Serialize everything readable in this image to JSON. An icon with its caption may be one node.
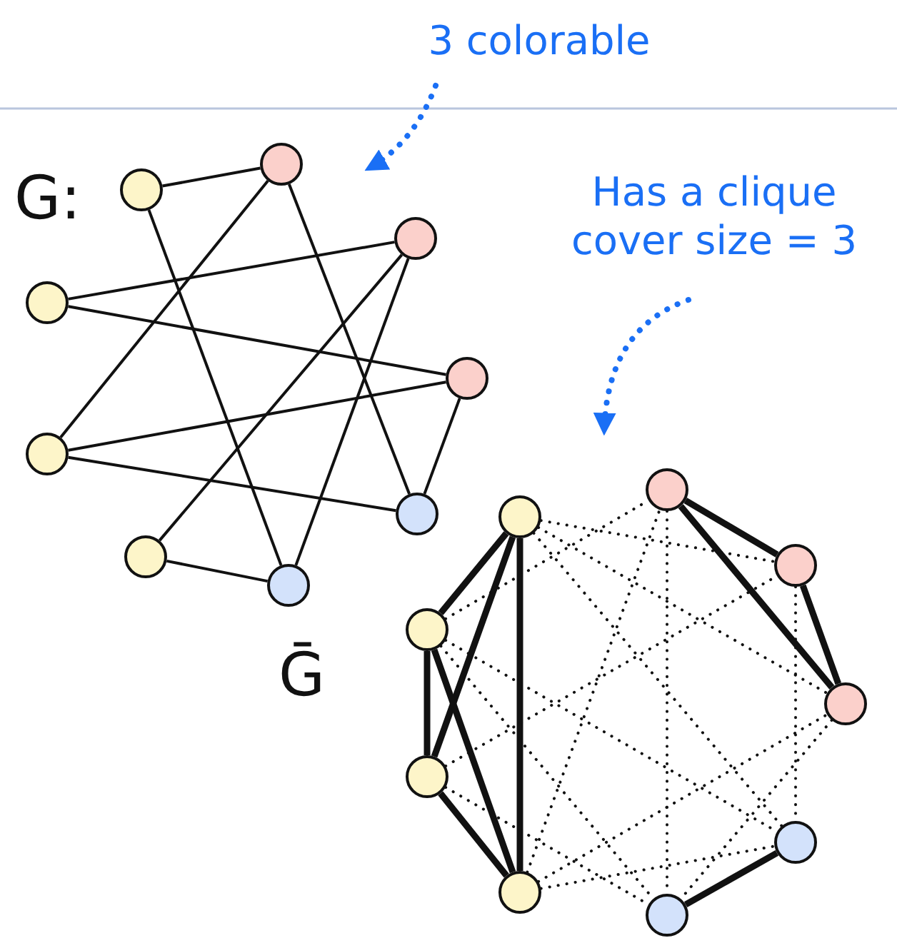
{
  "diagram": {
    "nodes": [
      {
        "text": [
          "3 colorable"
        ]
      },
      {
        "text": [],
        "shape": "circle"
      },
      {
        "text": [],
        "shape": "circle"
      },
      {
        "text": [],
        "shape": "circle"
      },
      {
        "text": [],
        "shape": "circle"
      },
      {
        "text": [],
        "shape": "circle"
      },
      {
        "text": [],
        "shape": "circle"
      },
      {
        "text": [],
        "shape": "circle"
      },
      {
        "text": [],
        "shape": "circle"
      },
      {
        "text": [],
        "shape": "circle"
      },
      {
        "text": [
          "Has a clique cover size = 3"
        ]
      },
      {
        "text": [],
        "shape": "circle"
      },
      {
        "text": [],
        "shape": "circle"
      },
      {
        "text": [],
        "shape": "circle"
      },
      {
        "text": [],
        "shape": "circle"
      },
      {
        "text": [],
        "shape": "circle"
      },
      {
        "text": [],
        "shape": "circle"
      },
      {
        "text": [],
        "shape": "circle"
      },
      {
        "text": [],
        "shape": "circle"
      },
      {
        "text": [],
        "shape": "circle"
      }
    ],
    "edges": [
      {
        "from": 0,
        "to": null,
        "arrow": "to",
        "style": "dashed",
        "color": "#1a6ff5"
      },
      {
        "from": 10,
        "to": null,
        "arrow": "to",
        "style": "dashed",
        "color": "#1a6ff5"
      },
      {
        "from": 1,
        "to": 2,
        "arrow": "none"
      },
      {
        "from": 1,
        "to": 9,
        "arrow": "none"
      },
      {
        "from": 2,
        "to": 5,
        "arrow": "none"
      },
      {
        "from": 2,
        "to": 7,
        "arrow": "none"
      },
      {
        "from": 3,
        "to": 4,
        "arrow": "none"
      },
      {
        "from": 3,
        "to": 6,
        "arrow": "none"
      },
      {
        "from": 4,
        "to": 8,
        "arrow": "none"
      },
      {
        "from": 4,
        "to": 9,
        "arrow": "none"
      },
      {
        "from": 5,
        "to": 6,
        "arrow": "none"
      },
      {
        "from": 5,
        "to": 7,
        "arrow": "none"
      },
      {
        "from": 6,
        "to": 7,
        "arrow": "none"
      },
      {
        "from": 8,
        "to": 9,
        "arrow": "none"
      },
      {
        "from": 11,
        "to": 12,
        "arrow": "none",
        "style": "thick"
      },
      {
        "from": 11,
        "to": 13,
        "arrow": "none",
        "style": "thick"
      },
      {
        "from": 11,
        "to": 14,
        "arrow": "none",
        "style": "thick"
      },
      {
        "from": 12,
        "to": 13,
        "arrow": "none",
        "style": "thick"
      },
      {
        "from": 12,
        "to": 14,
        "arrow": "none",
        "style": "thick"
      },
      {
        "from": 13,
        "to": 14,
        "arrow": "none",
        "style": "thick"
      },
      {
        "from": 15,
        "to": 16,
        "arrow": "none",
        "style": "thick"
      },
      {
        "from": 15,
        "to": 17,
        "arrow": "none",
        "style": "thick"
      },
      {
        "from": 16,
        "to": 17,
        "arrow": "none",
        "style": "thick"
      },
      {
        "from": 18,
        "to": 19,
        "arrow": "none",
        "style": "thick"
      },
      {
        "from": 11,
        "to": 16,
        "arrow": "none",
        "style": "dashed"
      },
      {
        "from": 11,
        "to": 17,
        "arrow": "none",
        "style": "dashed"
      },
      {
        "from": 11,
        "to": 18,
        "arrow": "none",
        "style": "dashed"
      },
      {
        "from": 12,
        "to": 15,
        "arrow": "none",
        "style": "dashed"
      },
      {
        "from": 12,
        "to": 18,
        "arrow": "none",
        "style": "dashed"
      },
      {
        "from": 12,
        "to": 19,
        "arrow": "none",
        "style": "dashed"
      },
      {
        "from": 13,
        "to": 16,
        "arrow": "none",
        "style": "dashed"
      },
      {
        "from": 13,
        "to": 19,
        "arrow": "none",
        "style": "dashed"
      },
      {
        "from": 14,
        "to": 15,
        "arrow": "none",
        "style": "dashed"
      },
      {
        "from": 14,
        "to": 17,
        "arrow": "none",
        "style": "dashed"
      },
      {
        "from": 14,
        "to": 18,
        "arrow": "none",
        "style": "dashed"
      },
      {
        "from": 15,
        "to": 19,
        "arrow": "none",
        "style": "dashed"
      },
      {
        "from": 16,
        "to": 18,
        "arrow": "none",
        "style": "dashed"
      },
      {
        "from": 17,
        "to": 19,
        "arrow": "none",
        "style": "dashed"
      }
    ],
    "labels": [
      "G:",
      "Ḡ"
    ]
  }
}
